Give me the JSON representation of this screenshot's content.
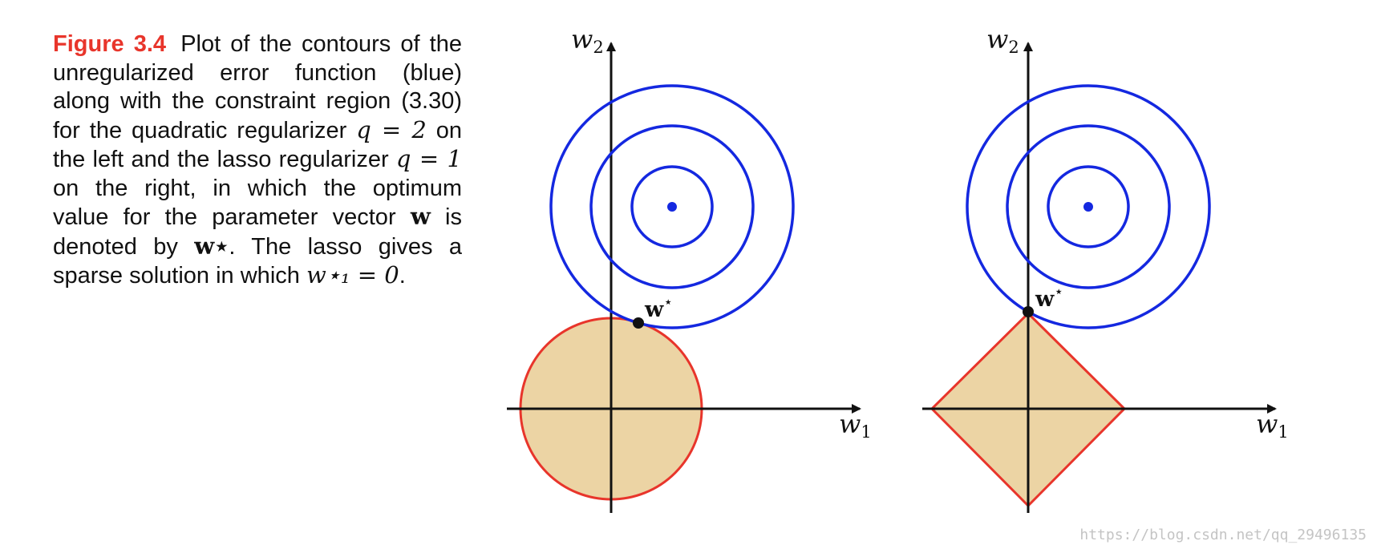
{
  "caption": {
    "figure_label": "Figure 3.4",
    "text_1": "Plot of the contours of the unregularized error function (blue) along with the constraint region (3.30) for the quadratic regularizer ",
    "q_eq_2": "q = 2",
    "text_2": " on the left and the lasso regularizer ",
    "q_eq_1": "q = 1",
    "text_3": " on the right, in which the optimum value for the parameter vector ",
    "w": "w",
    "text_4": " is denoted by ",
    "w_star": "w⋆",
    "text_5": ". The lasso gives a sparse solution in which ",
    "w1_star_eq_0": "w⋆₁ = 0",
    "text_6": "."
  },
  "left_plot": {
    "y_axis_label": "w",
    "y_axis_sub": "2",
    "x_axis_label": "w",
    "x_axis_sub": "1",
    "optimum_label": "w",
    "optimum_star": "⋆"
  },
  "right_plot": {
    "y_axis_label": "w",
    "y_axis_sub": "2",
    "x_axis_label": "w",
    "x_axis_sub": "1",
    "optimum_label": "w",
    "optimum_star": "⋆"
  },
  "colors": {
    "contour": "#1428e0",
    "constraint_edge": "#e8352b",
    "constraint_fill": "#ecd4a4",
    "figure_label": "#e8352b"
  },
  "watermark": "https://blog.csdn.net/qq_29496135"
}
